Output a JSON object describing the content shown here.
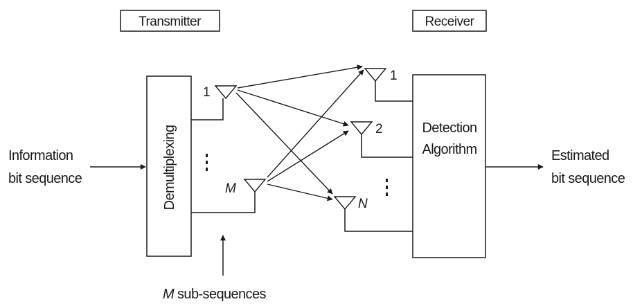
{
  "headers": {
    "transmitter": "Transmitter",
    "receiver": "Receiver"
  },
  "blocks": {
    "demux": "Demultiplexing",
    "detection_line1": "Detection",
    "detection_line2": "Algorithm"
  },
  "input_label": {
    "line1": "Information",
    "line2": "bit sequence"
  },
  "output_label": {
    "line1": "Estimated",
    "line2": "bit sequence"
  },
  "tx_antennas": {
    "first": "1",
    "last": "M"
  },
  "rx_antennas": {
    "first": "1",
    "second": "2",
    "last": "N"
  },
  "subsequence_label": {
    "var": "M",
    "text": " sub-sequences"
  },
  "colors": {
    "ink": "#1a1a1a",
    "background": "#ffffff"
  }
}
